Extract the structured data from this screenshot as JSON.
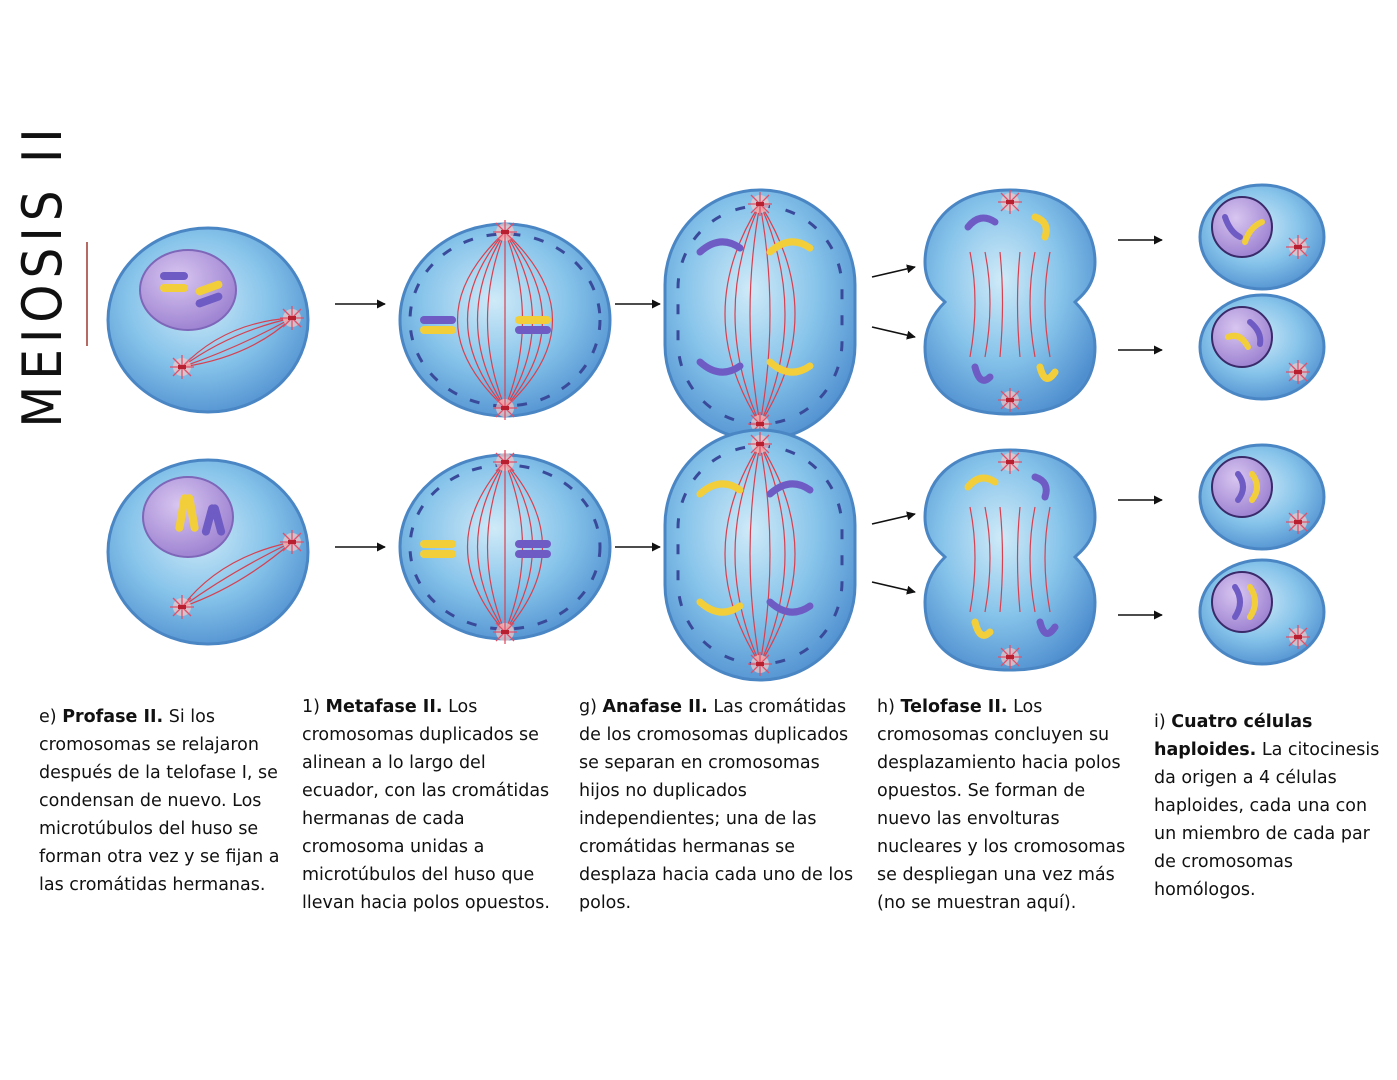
{
  "title": "MEIOSIS II",
  "colors": {
    "accent_line": "#b56a64",
    "cell_fill": "#7fbfe6",
    "cell_edge": "#4f8fcf",
    "nucleus": "#a98fd8",
    "spindle": "#d8404f",
    "chromosome_purple": "#6f5bc4",
    "chromosome_yellow": "#f2cf3a"
  },
  "captions": [
    {
      "id": "profase",
      "letter": "e)",
      "heading": "Profase II.",
      "text": "Si los cromosomas se relajaron después de la telofase I, se condensan de nuevo. Los microtúbulos del huso se forman otra vez y se fijan a las cromátidas hermanas.",
      "lines": [
        "e) Profase II. Si los",
        "cromosomas se relajaron",
        "después de la telofase I,",
        "se condensan de nuevo.",
        "Los microtúbulos del huso",
        "se forman otra vez y se",
        "fijan a las cromátidas",
        "hermanas."
      ]
    },
    {
      "id": "metafase",
      "letter": "1)",
      "heading": "Metafase II.",
      "text": "Los cromosomas duplicados se alinean a lo largo del ecuador, con las cromátidas hermanas de cada cromosoma unidas a microtúbulos del huso que llevan hacia polos opuestos.",
      "lines": [
        "1) Metafase II. Los",
        "cromosomas duplicados se",
        "alinean a lo largo del",
        "ecuador, con las cromátidas",
        "hermanas de cada",
        "cromosoma unidas a",
        "microtúbulos del huso que",
        "llevan hacia polos opuestos."
      ]
    },
    {
      "id": "anafase",
      "letter": "g)",
      "heading": "Anafase II.",
      "text": "Las cromátidas de los cromosomas duplicados se separan en cromosomas hijos no duplicados independientes; una de las cromátidas hermanas se desplaza hacia cada uno de los polos.",
      "lines": [
        "g) Anafase II. Las cromátidas",
        "de los cromosomas",
        "duplicados se separan en",
        "cromosomas hijos no",
        "duplicados independientes;",
        "una de las cromátidas",
        "hermanas se desplaza hacia",
        "cada uno de los polos."
      ]
    },
    {
      "id": "telofase",
      "letter": "h)",
      "heading": "Telofase II.",
      "text": "Los cromosomas concluyen su desplazamiento hacia polos opuestos. Se forman de nuevo las envolturas nucleares y los cromosomas se despliegan una vez más (no se muestran aquí).",
      "lines": [
        "h) Telofase II. Los",
        "cromosomas concluyen su",
        "desplazamiento hacia polos",
        "opuestos. Se forman de",
        "nuevo las envolturas",
        "nucleares y los cromosomas",
        "se despliegan una vez más",
        "(no se muestran aquí)."
      ]
    },
    {
      "id": "celulas",
      "letter": "i)",
      "heading": "Cuatro células haploides.",
      "text": "La citocinesis da origen a 4 células haploides, cada una con un miembro de cada par de cromosomas homólogos.",
      "lines": [
        "i) Cuatro células",
        "haploides. La citocinesis",
        "da origen a 4 células",
        "haploides, cada una con",
        "un miembro de cada par",
        "de cromosomas",
        "homólogos."
      ]
    }
  ],
  "diagram": {
    "rows": 2,
    "stages": [
      "Profase II",
      "Metafase II",
      "Anafase II",
      "Telofase II",
      "Cuatro células haploides"
    ]
  }
}
